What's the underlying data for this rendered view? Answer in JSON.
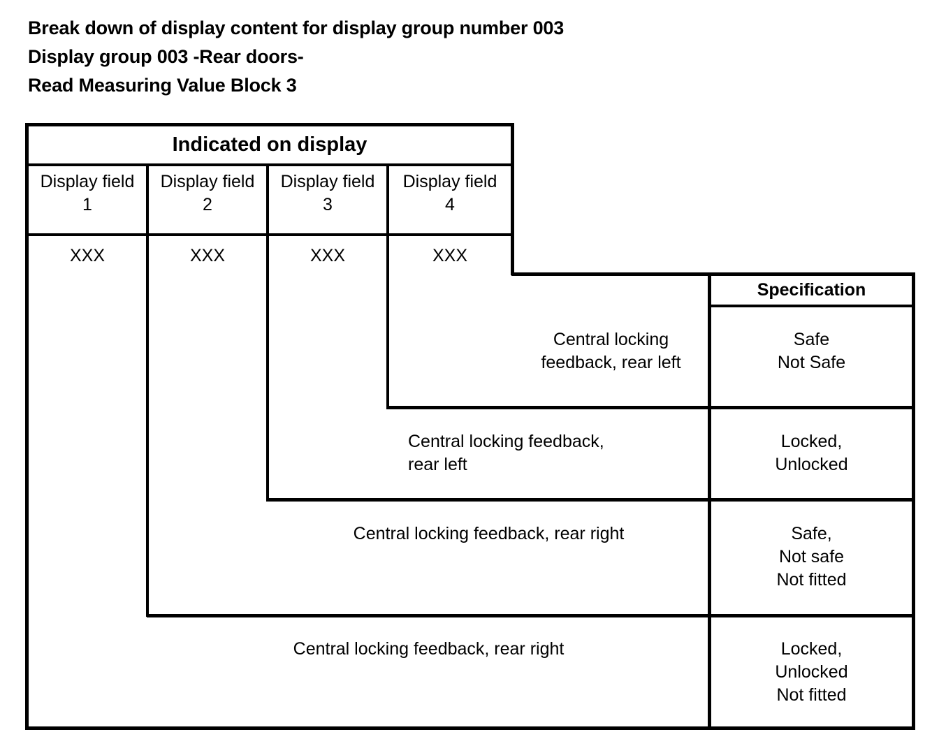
{
  "heading": {
    "line1": "Break down of display content for display group number 003",
    "line2": "Display group 003 -Rear doors-",
    "line3": "Read Measuring Value Block 3"
  },
  "table": {
    "indicated_header": "Indicated on display",
    "specification_header": "Specification",
    "display_fields": [
      {
        "label": "Display field",
        "number": "1",
        "value": "XXX"
      },
      {
        "label": "Display field",
        "number": "2",
        "value": "XXX"
      },
      {
        "label": "Display field",
        "number": "3",
        "value": "XXX"
      },
      {
        "label": "Display field",
        "number": "4",
        "value": "XXX"
      }
    ],
    "rows": [
      {
        "description_line1": "Central locking",
        "description_line2": "feedback, rear left",
        "spec_line1": "Safe",
        "spec_line2": "Not Safe",
        "spec_line3": ""
      },
      {
        "description_line1": "Central locking feedback,",
        "description_line2": "rear left",
        "spec_line1": "Locked,",
        "spec_line2": "Unlocked",
        "spec_line3": ""
      },
      {
        "description_line1": "Central locking feedback, rear right",
        "description_line2": "",
        "spec_line1": "Safe,",
        "spec_line2": "Not safe",
        "spec_line3": "Not fitted"
      },
      {
        "description_line1": "Central locking feedback, rear right",
        "description_line2": "",
        "spec_line1": "Locked,",
        "spec_line2": "Unlocked",
        "spec_line3": "Not fitted"
      }
    ]
  },
  "colors": {
    "line": "#000000",
    "background": "#ffffff",
    "text": "#000000"
  }
}
